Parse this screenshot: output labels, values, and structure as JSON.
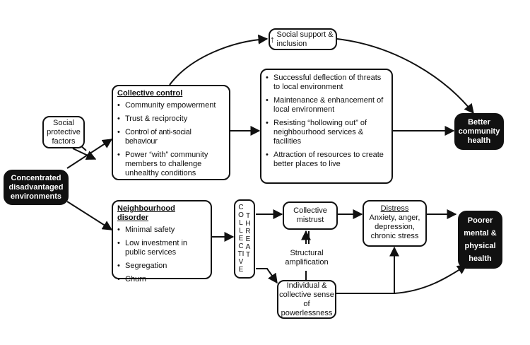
{
  "nodes": {
    "social_support": {
      "arrow": "↑",
      "text": "Social support & inclusion"
    },
    "social_protective": "Social protective factors",
    "concentrated": "Concentrated disadvantaged environments",
    "collective_control": {
      "title": "Collective control",
      "items": [
        "Community empowerment",
        "Trust & reciprocity",
        "Control of anti-social behaviour",
        "Power “with” community members to challenge unhealthy conditions"
      ]
    },
    "outcomes": {
      "items": [
        "Successful deflection of threats to local environment",
        "Maintenance & enhancement of local environment",
        "Resisting “hollowing out” of neighbourhood services & facilities",
        "Attraction of resources to create better places to live"
      ]
    },
    "better_health": "Better community health",
    "neighbourhood_disorder": {
      "title": "Neighbourhood disorder",
      "items": [
        "Minimal safety",
        "Low investment in public services",
        "Segregation",
        "Churn"
      ]
    },
    "collective_threat": {
      "word1": "COLLECTIVE",
      "word2": "THREAT"
    },
    "collective_mistrust": "Collective mistrust",
    "structural_amplification": "Structural amplification",
    "powerlessness": "Individual & collective sense of powerlessness",
    "distress": {
      "title": "Distress",
      "text": "Anxiety, anger, depression, chronic stress"
    },
    "poorer_health": "Poorer mental & physical health"
  }
}
